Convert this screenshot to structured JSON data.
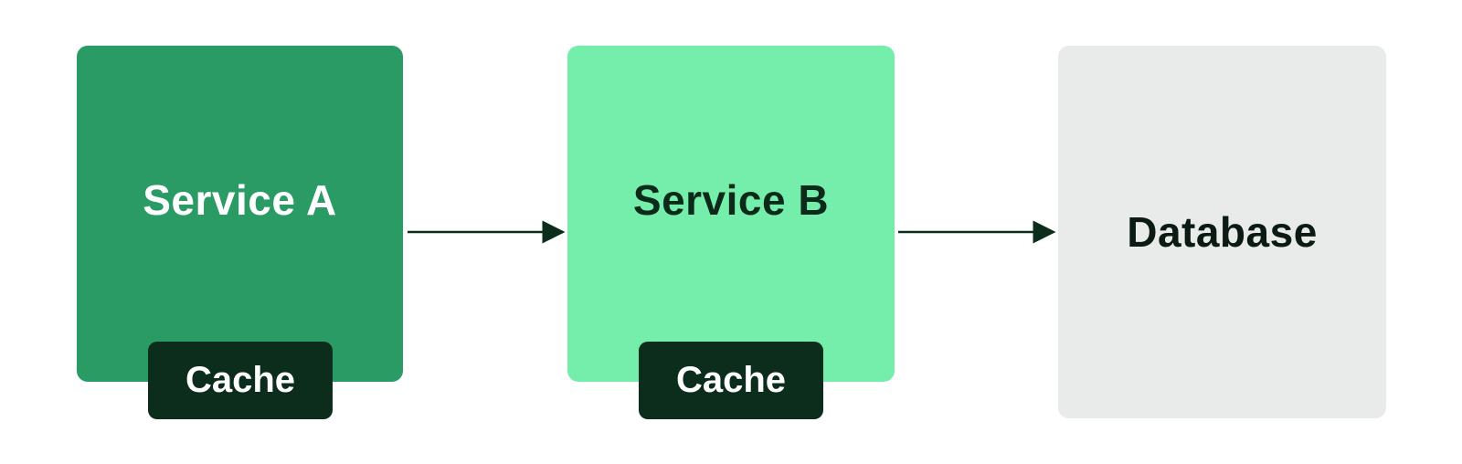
{
  "nodes": {
    "service_a": {
      "label": "Service A",
      "color": "#2b9b65"
    },
    "service_b": {
      "label": "Service B",
      "color": "#76eeab"
    },
    "database": {
      "label": "Database",
      "color": "#e9ebea"
    }
  },
  "caches": {
    "a": {
      "label": "Cache",
      "color": "#0c2d1b"
    },
    "b": {
      "label": "Cache",
      "color": "#0c2d1b"
    }
  },
  "edges": [
    {
      "from": "Service A",
      "to": "Service B"
    },
    {
      "from": "Service B",
      "to": "Database"
    }
  ],
  "colors": {
    "arrow": "#0c2d1b"
  }
}
